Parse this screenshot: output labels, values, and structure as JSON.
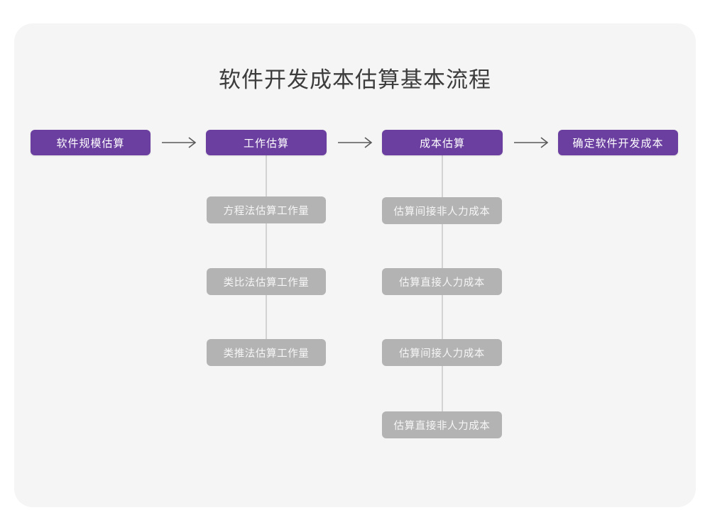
{
  "title": "软件开发成本估算基本流程",
  "colors": {
    "page_background": "#ffffff",
    "card_background": "#f5f5f5",
    "primary_node": "#6b3fa0",
    "secondary_node": "#b3b3b3",
    "connector_line": "#d3d3d3",
    "arrow": "#595959",
    "title_text": "#3c3c3c",
    "node_text": "#ffffff"
  },
  "chart_data": {
    "type": "diagram",
    "subtype": "flowchart",
    "title": "软件开发成本估算基本流程",
    "orientation": "left-to-right main flow with downward sub-steps",
    "main_flow": [
      {
        "id": "stage1",
        "label": "软件规模估算",
        "substeps": []
      },
      {
        "id": "stage2",
        "label": "工作估算",
        "substeps": [
          "方程法估算工作量",
          "类比法估算工作量",
          "类推法估算工作量"
        ]
      },
      {
        "id": "stage3",
        "label": "成本估算",
        "substeps": [
          "估算间接非人力成本",
          "估算直接人力成本",
          "估算间接人力成本",
          "估算直接非人力成本"
        ]
      },
      {
        "id": "stage4",
        "label": "确定软件开发成本",
        "substeps": []
      }
    ],
    "connectors": [
      {
        "from": "stage1",
        "to": "stage2",
        "style": "arrow"
      },
      {
        "from": "stage2",
        "to": "stage3",
        "style": "arrow"
      },
      {
        "from": "stage3",
        "to": "stage4",
        "style": "arrow"
      }
    ]
  },
  "stages": {
    "stage1": {
      "label": "软件规模估算"
    },
    "stage2": {
      "label": "工作估算"
    },
    "stage3": {
      "label": "成本估算"
    },
    "stage4": {
      "label": "确定软件开发成本"
    }
  },
  "work_substeps": [
    {
      "label": "方程法估算工作量"
    },
    {
      "label": "类比法估算工作量"
    },
    {
      "label": "类推法估算工作量"
    }
  ],
  "cost_substeps": [
    {
      "label": "估算间接非人力成本"
    },
    {
      "label": "估算直接人力成本"
    },
    {
      "label": "估算间接人力成本"
    },
    {
      "label": "估算直接非人力成本"
    }
  ],
  "icons": {
    "arrow1": "arrow-right-icon",
    "arrow2": "arrow-right-icon",
    "arrow3": "arrow-right-icon"
  }
}
